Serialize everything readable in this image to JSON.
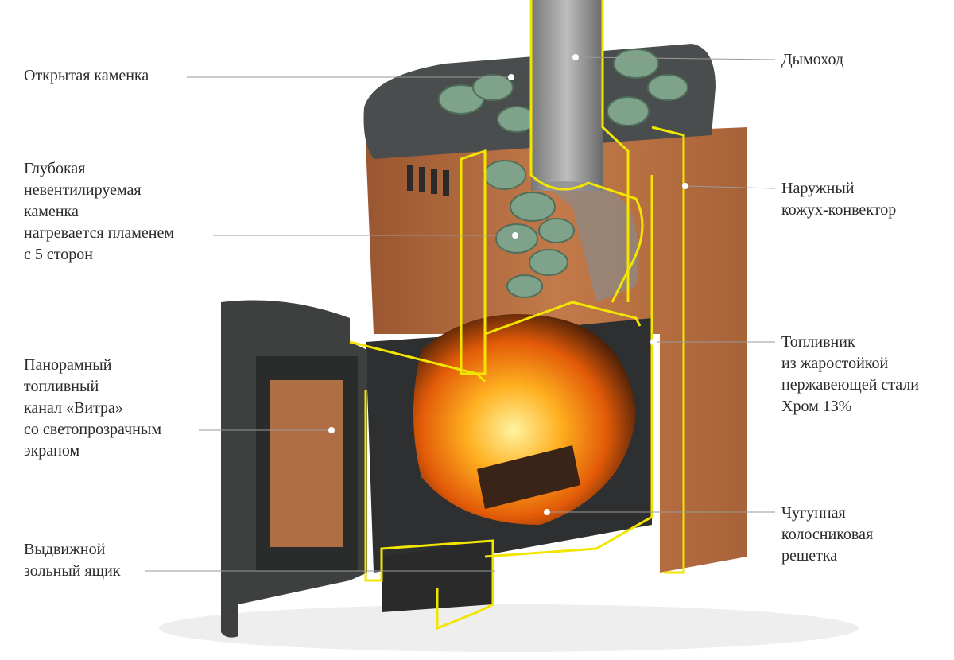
{
  "labels": {
    "open_heater": "Открытая каменка",
    "chimney": "Дымоход",
    "deep_heater": [
      "Глубокая",
      "невентилируемая",
      "каменка",
      "нагревается пламенем",
      "с 5 сторон"
    ],
    "outer_casing": [
      "Наружный",
      "кожух-конвектор"
    ],
    "firebox": [
      "Топливник",
      "из жаростойкой",
      "нержавеющей стали",
      "Хром 13%"
    ],
    "fuel_channel": [
      "Панорамный",
      "топливный",
      "канал «Витра»",
      "со светопрозрачным",
      "экраном"
    ],
    "grate": [
      "Чугунная",
      "колосниковая",
      "решетка"
    ],
    "ash_box": [
      "Выдвижной",
      "зольный ящик"
    ]
  },
  "colors": {
    "outline": "#f2e600",
    "casing": "#b0683c",
    "metal": "#3a3c3c",
    "stones": "#7fa28a",
    "fire": "#f08a10"
  }
}
